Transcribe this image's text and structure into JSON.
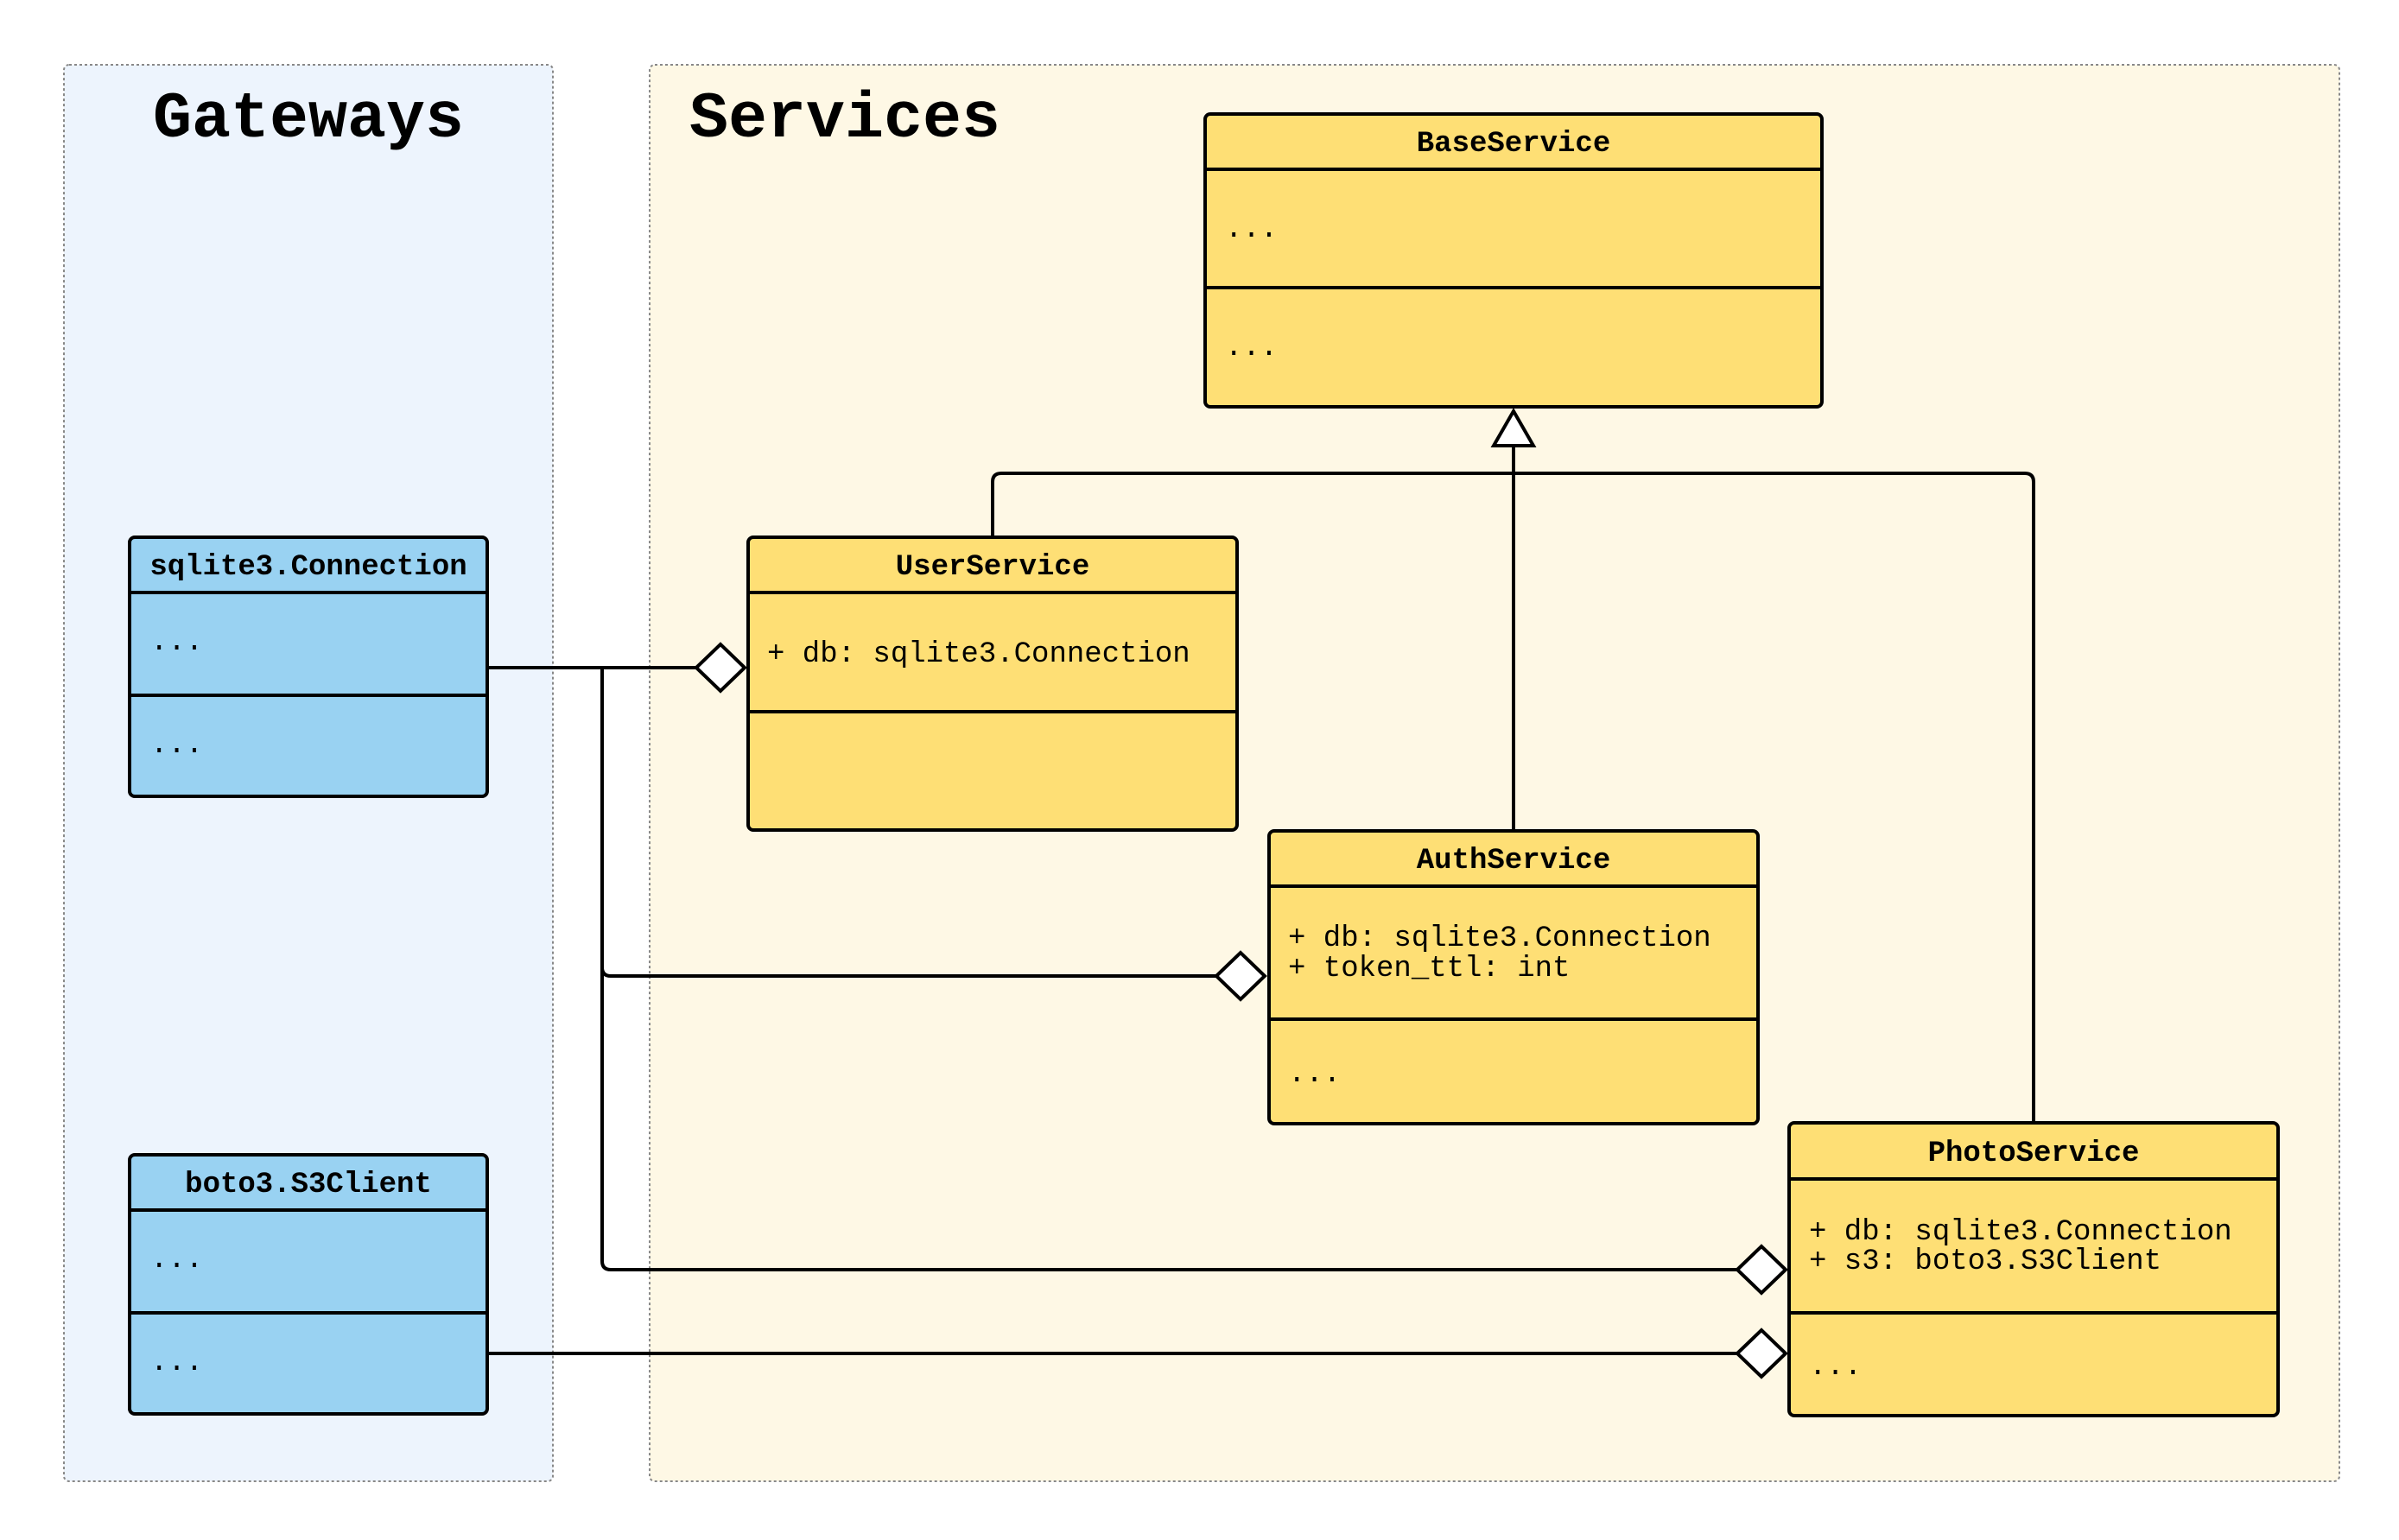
{
  "packages": {
    "gateways": {
      "title": "Gateways",
      "fill": "#EDF4FD"
    },
    "services": {
      "title": "Services",
      "fill": "#FEF8E5"
    }
  },
  "colors": {
    "gateway_class": "#99D2F2",
    "service_class": "#FEDF75",
    "line": "#000000"
  },
  "classes": {
    "sqlite": {
      "name": "sqlite3.Connection",
      "attrs": [
        "..."
      ],
      "methods": [
        "..."
      ]
    },
    "s3": {
      "name": "boto3.S3Client",
      "attrs": [
        "..."
      ],
      "methods": [
        "..."
      ]
    },
    "base": {
      "name": "BaseService",
      "attrs": [
        "..."
      ],
      "methods": [
        "..."
      ]
    },
    "user": {
      "name": "UserService",
      "attrs": [
        "+ db: sqlite3.Connection"
      ],
      "methods": []
    },
    "auth": {
      "name": "AuthService",
      "attrs": [
        "+ db: sqlite3.Connection",
        "+ token_ttl: int"
      ],
      "methods": [
        "..."
      ]
    },
    "photo": {
      "name": "PhotoService",
      "attrs": [
        "+ db: sqlite3.Connection",
        "+ s3: boto3.S3Client"
      ],
      "methods": [
        "..."
      ]
    }
  },
  "relations": [
    {
      "type": "inheritance",
      "from": "UserService",
      "to": "BaseService"
    },
    {
      "type": "inheritance",
      "from": "AuthService",
      "to": "BaseService"
    },
    {
      "type": "inheritance",
      "from": "PhotoService",
      "to": "BaseService"
    },
    {
      "type": "aggregation",
      "part": "sqlite3.Connection",
      "whole": "UserService"
    },
    {
      "type": "aggregation",
      "part": "sqlite3.Connection",
      "whole": "AuthService"
    },
    {
      "type": "aggregation",
      "part": "sqlite3.Connection",
      "whole": "PhotoService"
    },
    {
      "type": "aggregation",
      "part": "boto3.S3Client",
      "whole": "PhotoService"
    }
  ]
}
